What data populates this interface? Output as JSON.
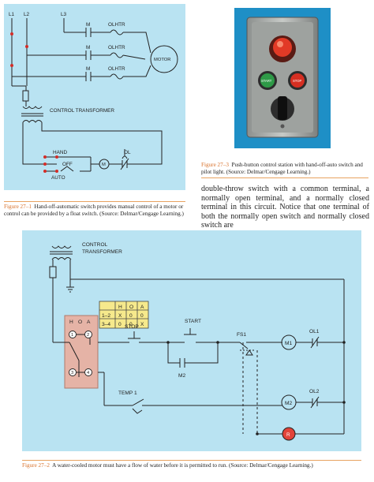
{
  "fig1": {
    "labels": {
      "l1": "L1",
      "l2": "L2",
      "l3": "L3",
      "m": "M",
      "olhtr": "OLHTR",
      "motor": "MOTOR",
      "transformer": "CONTROL TRANSFORMER",
      "hand": "HAND",
      "off": "OFF",
      "auto": "AUTO",
      "m_coil": "M",
      "ol": "OL"
    },
    "caption": {
      "figure": "Figure 27–1",
      "text": "Hand-off-automatic switch provides manual control of a motor or control can be provided by a float switch. (Source: Delmar/Cengage Learning.)"
    }
  },
  "fig3": {
    "start": "START",
    "stop": "STOP",
    "caption": {
      "figure": "Figure 27–3",
      "text": "Push-button control station with hand-off-auto switch and pilot light. (Source: Delmar/Cengage Learning.)"
    }
  },
  "body_text": "double-throw switch with a common terminal, a normally open terminal, and a normally closed terminal in this circuit. Notice that one terminal of both the normally open switch and normally closed switch are",
  "fig2": {
    "labels": {
      "control": "CONTROL",
      "transformer": "TRANSFORMER",
      "h": "H",
      "o": "O",
      "a": "A",
      "start": "START",
      "stop": "STOP",
      "m2_contact": "M2",
      "fs1": "FS1",
      "m1": "M1",
      "ol1": "OL1",
      "temp1": "TEMP 1",
      "m2": "M2",
      "ol2": "OL2",
      "r": "R",
      "t1": "1",
      "t2": "2",
      "t3": "3",
      "t4": "4"
    },
    "table": {
      "headers": [
        "",
        "H",
        "O",
        "A"
      ],
      "rows": [
        [
          "1–2",
          "X",
          "0",
          "0"
        ],
        [
          "3–4",
          "0",
          "0",
          "X"
        ]
      ]
    },
    "caption": {
      "figure": "Figure 27–2",
      "text": "A water-cooled motor must have a flow of water before it is permitted to run. (Source: Delmar/Cengage Learning.)"
    }
  },
  "colors": {
    "panel": "#b9e3f2",
    "caption_accent": "#d8722c",
    "switch_box": "#e5b3a6"
  }
}
